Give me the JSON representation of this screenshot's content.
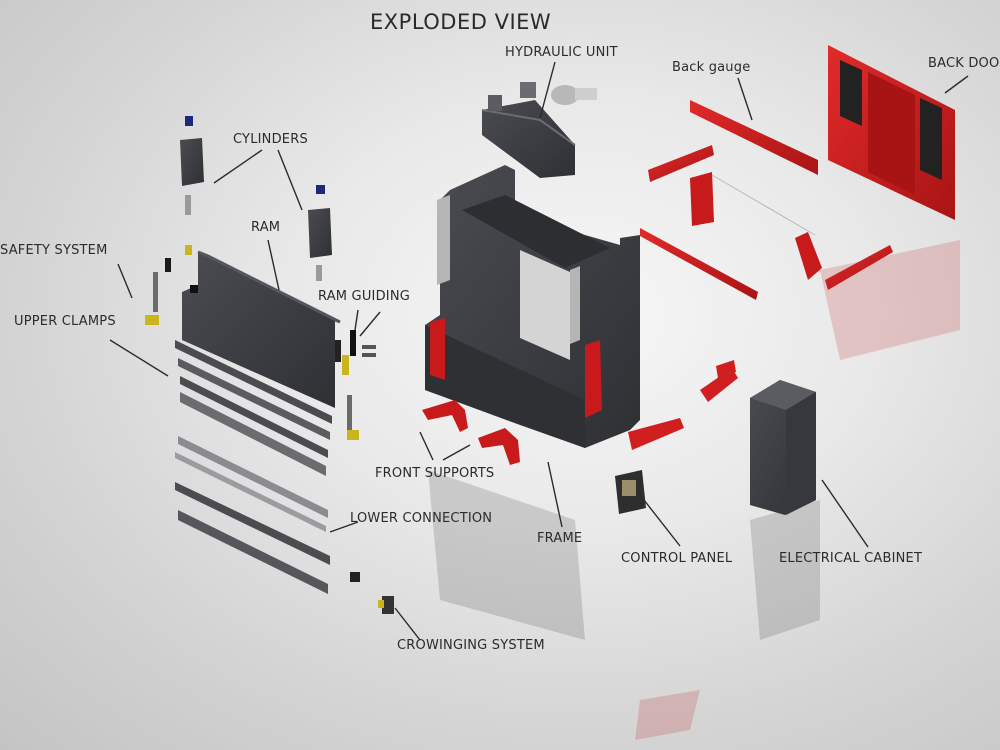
{
  "title": "EXPLODED VIEW",
  "labels": {
    "hydraulic_unit": "HYDRAULIC UNIT",
    "back_gauge": "Back gauge",
    "back_door": "BACK DOOR",
    "cylinders": "CYLINDERS",
    "safety_system": "SAFETY SYSTEM",
    "ram": "RAM",
    "ram_guiding": "RAM GUIDING",
    "upper_clamps": "UPPER CLAMPS",
    "front_supports": "FRONT SUPPORTS",
    "lower_connection": "LOWER CONNECTION",
    "frame": "FRAME",
    "control_panel": "CONTROL PANEL",
    "electrical_cabinet": "ELECTRICAL CABINET",
    "crowinging_system": "CROWINGING SYSTEM"
  },
  "colors": {
    "accent_red": "#d11f1f",
    "machine_dark": "#3d3f44",
    "text": "#2b2b2b"
  }
}
